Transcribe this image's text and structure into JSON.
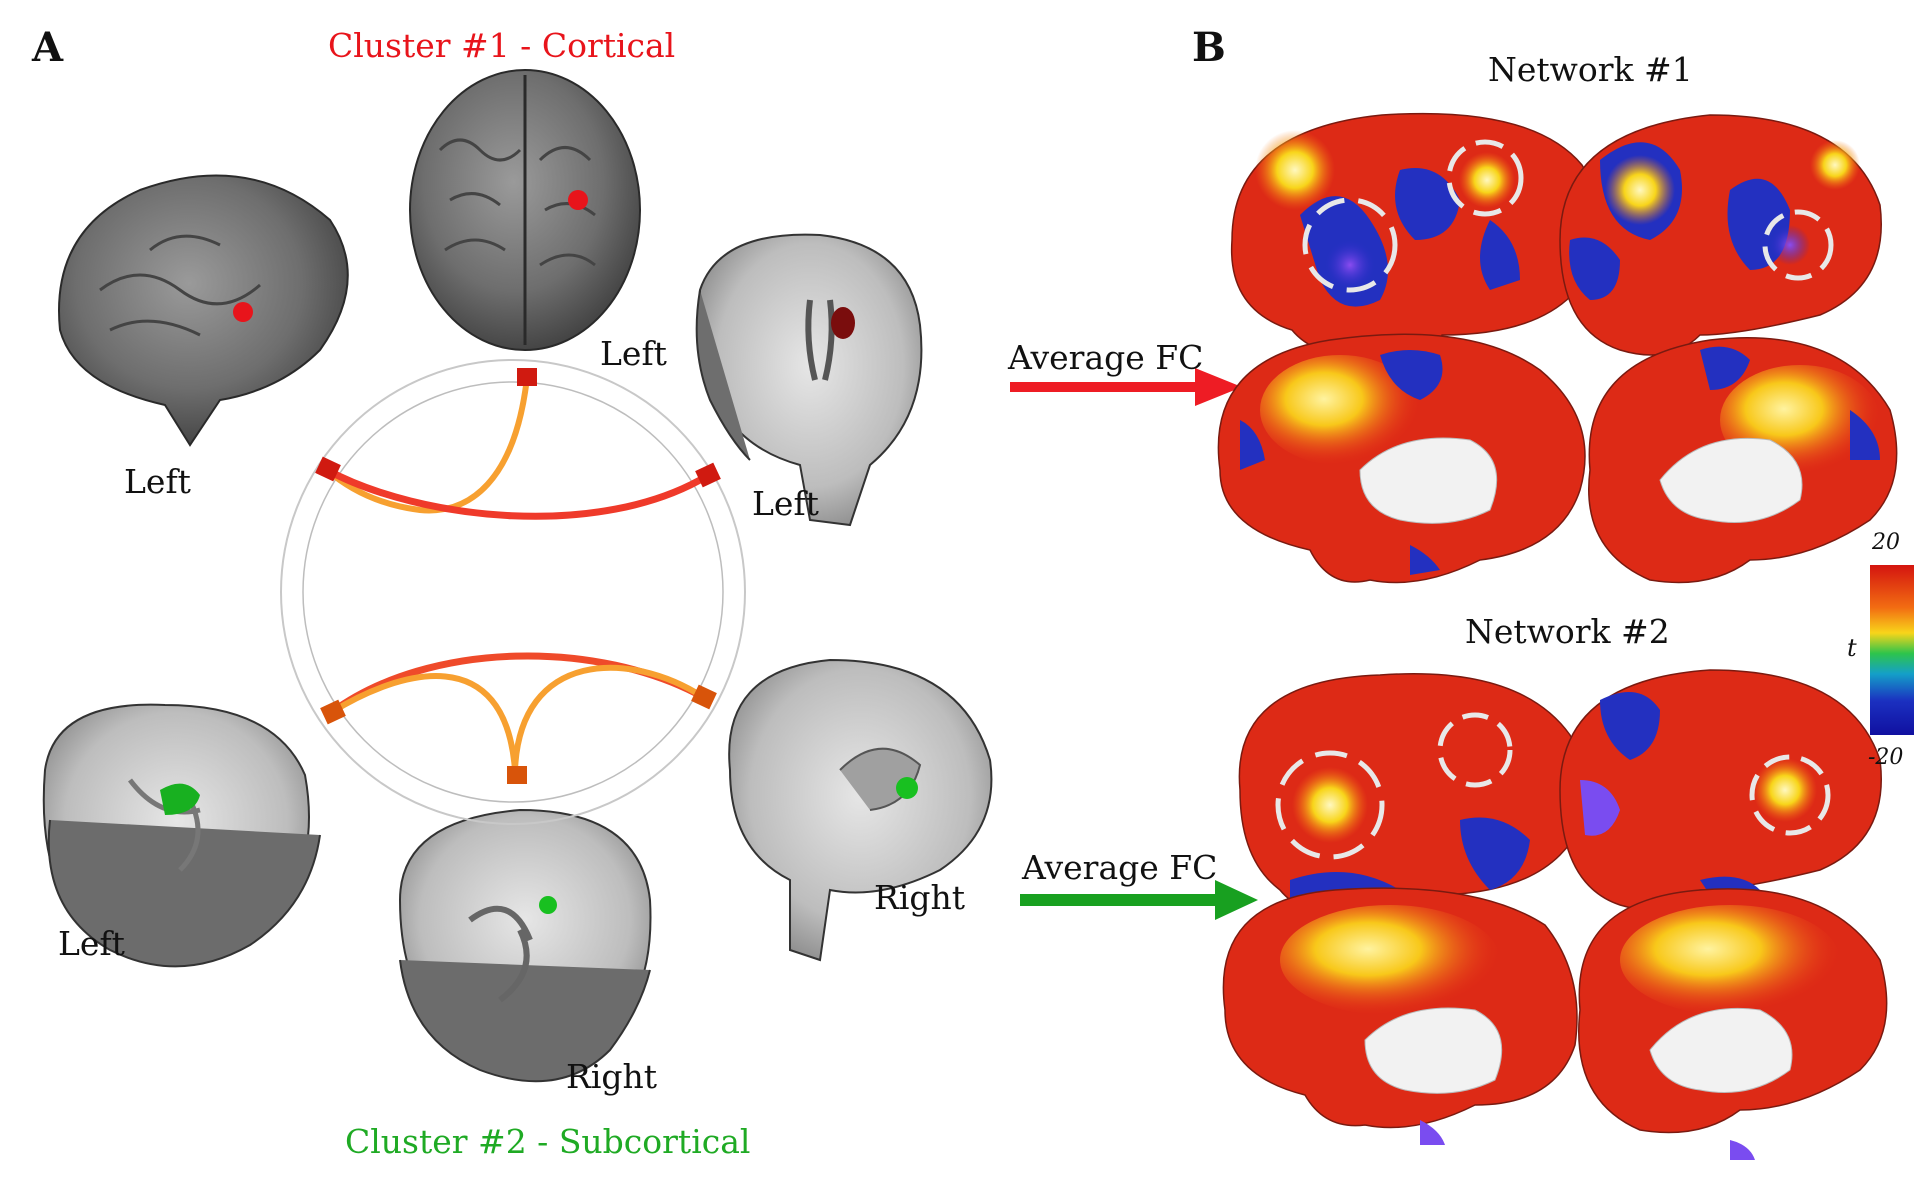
{
  "panels": {
    "a": "A",
    "b": "B"
  },
  "panel_a": {
    "cluster1_title": "Cluster #1 - Cortical",
    "cluster2_title": "Cluster #2 - Subcortical",
    "views": {
      "lateral_left": "Left",
      "axial_top": "Left",
      "coronal": "Left",
      "axial_oblique": "Left",
      "axial_bottom": "Right",
      "sagittal": "Right"
    },
    "cluster1_color": "#e8141b",
    "cluster2_color": "#1faa24",
    "arrow1_label": "Average FC",
    "arrow2_label": "Average FC",
    "arrow1_color": "#ee1c24",
    "arrow2_color": "#18a020"
  },
  "panel_b": {
    "network1_title": "Network #1",
    "network2_title": "Network #2",
    "colorbar": {
      "symbol": "t",
      "max_label": "20",
      "min_label": "-20",
      "colors": [
        "#d4150f",
        "#f26c12",
        "#f8d51a",
        "#2ec44b",
        "#14a0c8",
        "#1b30c0",
        "#1010a0"
      ]
    }
  }
}
